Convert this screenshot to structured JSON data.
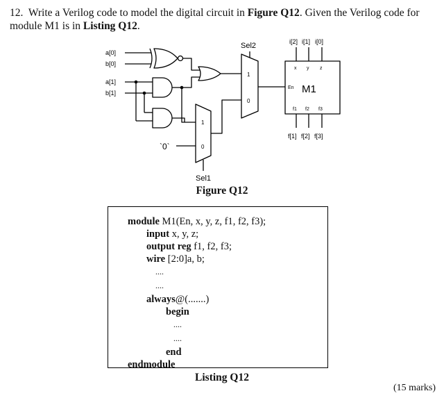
{
  "question": {
    "number": "12.",
    "text_1": "Write a Verilog code to model the digital circuit in ",
    "ref_figure": "Figure Q12",
    "text_2": ". Given the Verilog code for module M1 is in ",
    "ref_listing": "Listing Q12",
    "text_3": "."
  },
  "figure": {
    "caption": "Figure Q12",
    "inputs": {
      "a0": "a[0]",
      "b0": "b[0]",
      "a1": "a[1]",
      "b1": "b[1]"
    },
    "constant_input": "`0`",
    "mux_top": {
      "select": "Sel2",
      "in_1": "1",
      "in_0": "0"
    },
    "mux_bottom": {
      "select": "Sel1",
      "in_1": "1",
      "in_0": "0"
    },
    "module": {
      "name": "M1",
      "enable": "En",
      "ports_in": [
        "x",
        "y",
        "z"
      ],
      "ports_out": [
        "f1",
        "f2",
        "f3"
      ],
      "top_labels": [
        "i[2]",
        "i[1]",
        "i[0]"
      ],
      "bottom_labels": [
        "f[1]",
        "f[2]",
        "f[3]"
      ]
    }
  },
  "listing": {
    "caption": "Listing Q12",
    "lines": [
      {
        "kw": "module",
        "text": " M1(En, x, y, z, f1, f2, f3);"
      },
      {
        "kw": "input",
        "text": " x, y, z;"
      },
      {
        "kw": "output reg",
        "text": " f1, f2, f3;"
      },
      {
        "kw": "wire",
        "text": " [2:0]a, b;"
      },
      {
        "kw": "",
        "text": "...."
      },
      {
        "kw": "",
        "text": "...."
      },
      {
        "kw": "always",
        "text": "@(.......)"
      },
      {
        "kw": "begin",
        "text": ""
      },
      {
        "kw": "",
        "text": "...."
      },
      {
        "kw": "",
        "text": "...."
      },
      {
        "kw": "end",
        "text": ""
      },
      {
        "kw": "endmodule",
        "text": ""
      }
    ]
  },
  "marks": "(15 marks)"
}
